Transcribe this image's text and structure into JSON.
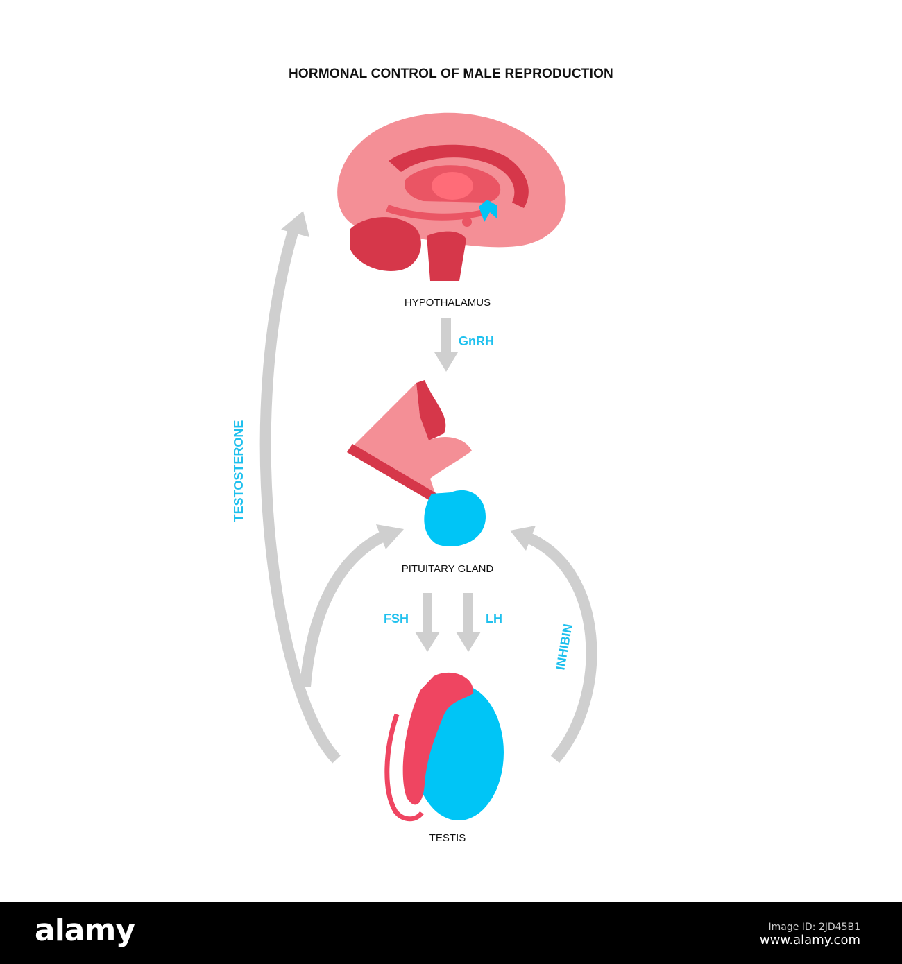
{
  "title": "HORMONAL CONTROL OF MALE REPRODUCTION",
  "organs": {
    "hypothalamus": "HYPOTHALAMUS",
    "pituitary": "PITUITARY GLAND",
    "testis": "TESTIS"
  },
  "hormones": {
    "gnrh": "GnRH",
    "fsh": "FSH",
    "lh": "LH",
    "testosterone": "TESTOSTERONE",
    "inhibin": "INHIBIN"
  },
  "colors": {
    "hormone_text": "#1ec0ee",
    "arrow": "#cfcfcf",
    "tissue_light": "#f48f96",
    "tissue_dark": "#d6374a",
    "gland": "#00c5f6",
    "epididymis": "#ef4561"
  },
  "footer": {
    "brand": "alamy",
    "image_id_label": "Image ID: 2JD45B1",
    "site": "www.alamy.com"
  }
}
